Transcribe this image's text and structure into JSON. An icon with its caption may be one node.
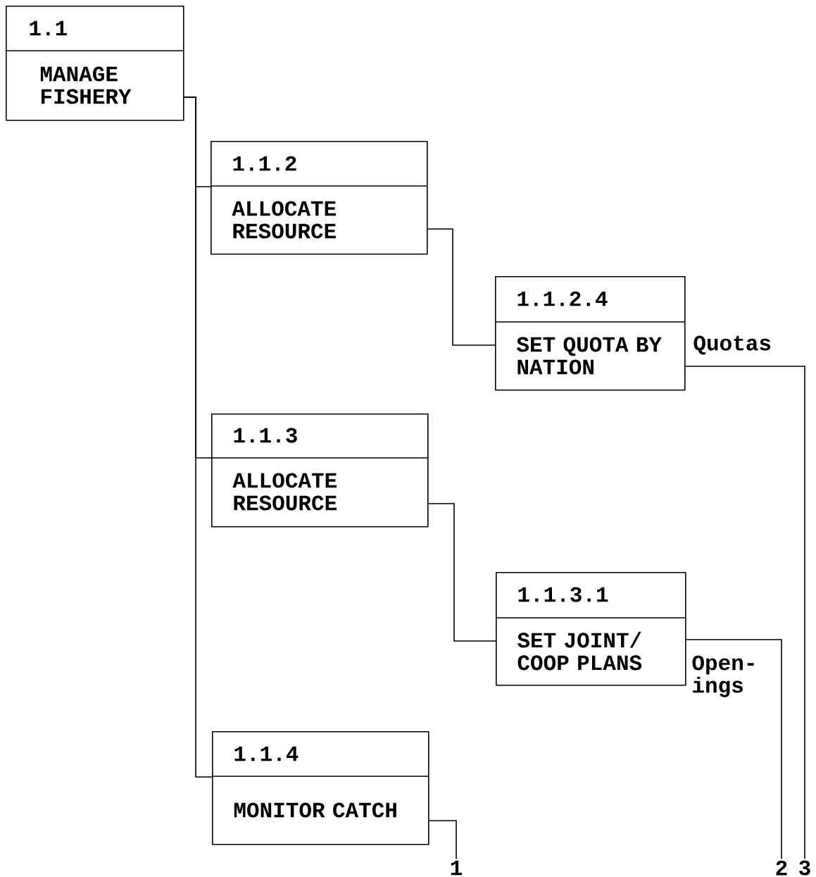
{
  "diagram": {
    "nodes": [
      {
        "text": [
          "1.1",
          "MANAGE FISHERY"
        ]
      },
      {
        "text": [
          "1.1.2",
          "ALLOCATE RESOURCE"
        ]
      },
      {
        "text": [
          "1.1.2.4",
          "SET QUOTA BY NATION"
        ]
      },
      {
        "text": [
          "1.1.3",
          "ALLOCATE RESOURCE"
        ]
      },
      {
        "text": [
          "1.1.3.1",
          "SET JOINT/ COOP PLANS"
        ]
      },
      {
        "text": [
          "1.1.4",
          "MONITOR CATCH"
        ]
      },
      {
        "text": [
          "1"
        ]
      },
      {
        "text": [
          "2"
        ]
      },
      {
        "text": [
          "3"
        ]
      }
    ],
    "edges": [
      {
        "from": 0,
        "to": 1,
        "arrow": "none"
      },
      {
        "from": 0,
        "to": 3,
        "arrow": "none"
      },
      {
        "from": 0,
        "to": 5,
        "arrow": "none"
      },
      {
        "from": 1,
        "to": 2,
        "arrow": "none"
      },
      {
        "from": 3,
        "to": 4,
        "arrow": "none"
      },
      {
        "from": 2,
        "to": 8,
        "label": "Quotas",
        "arrow": "none"
      },
      {
        "from": 4,
        "to": 7,
        "label": "Open- ings",
        "arrow": "none"
      },
      {
        "from": 5,
        "to": 6,
        "arrow": "none"
      }
    ]
  }
}
